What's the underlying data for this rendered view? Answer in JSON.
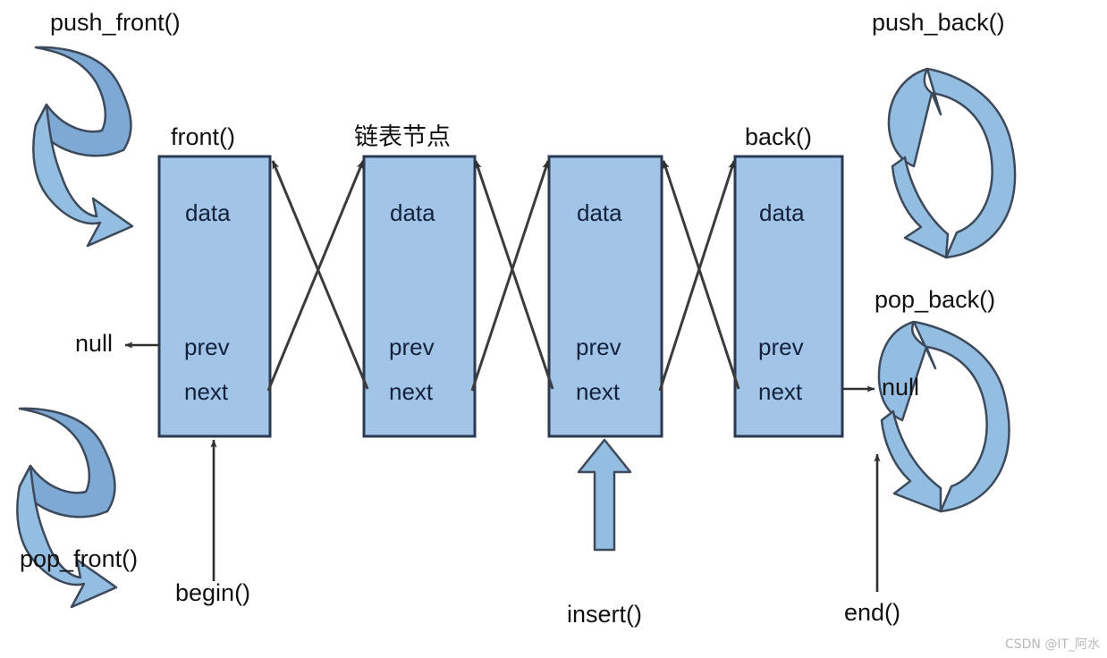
{
  "diagram": {
    "title_text": "链表节点",
    "colors": {
      "node_fill": "#a2c4e6",
      "node_stroke": "#2b3a52",
      "block_arrow_fill": "#94bde2",
      "block_arrow_stroke": "#3d4a5c",
      "connector_stroke": "#3b3b3b",
      "text": "#111111",
      "watermark": "#b9b9b9",
      "background": "#ffffff"
    },
    "nodes": [
      {
        "id": "node-1",
        "header_label": "front()",
        "data_label": "data",
        "prev_label": "prev",
        "next_label": "next"
      },
      {
        "id": "node-2",
        "header_label": "链表节点",
        "data_label": "data",
        "prev_label": "prev",
        "next_label": "next"
      },
      {
        "id": "node-3",
        "header_label": "",
        "data_label": "data",
        "prev_label": "prev",
        "next_label": "next"
      },
      {
        "id": "node-4",
        "header_label": "back()",
        "data_label": "data",
        "prev_label": "prev",
        "next_label": "next"
      }
    ],
    "operations": {
      "push_front": "push_front()",
      "pop_front": "pop_front()",
      "push_back": "push_back()",
      "pop_back": "pop_back()",
      "insert": "insert()",
      "begin": "begin()",
      "end": "end()"
    },
    "null_labels": {
      "left": "null",
      "right": "null"
    },
    "watermark": "CSDN @IT_阿水"
  }
}
